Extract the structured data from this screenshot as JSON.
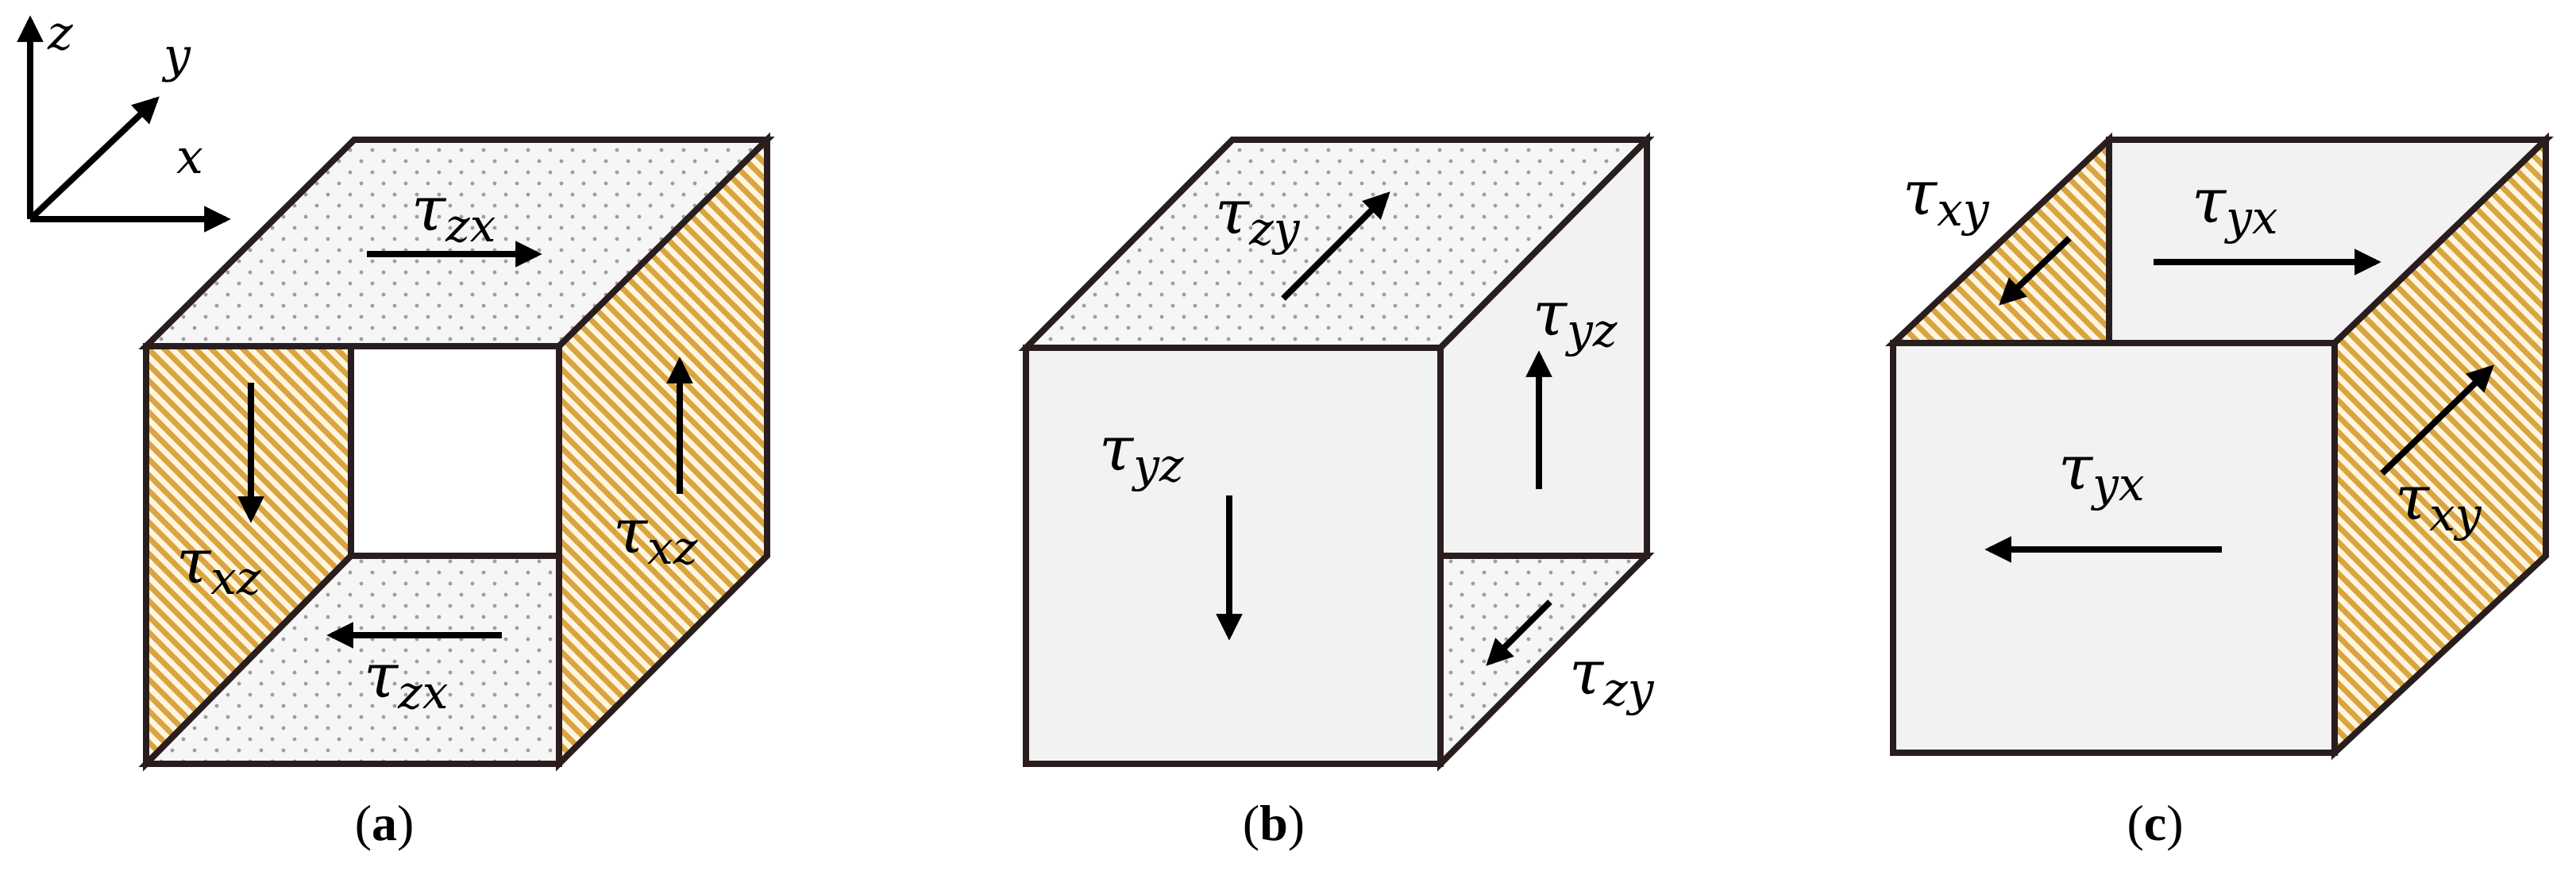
{
  "axes": {
    "z": "z",
    "y": "y",
    "x": "x"
  },
  "panels": [
    {
      "id": "a",
      "caption": {
        "open": "(",
        "letter": "a",
        "close": ")"
      },
      "labels": [
        {
          "base": "τ",
          "sub": "zx"
        },
        {
          "base": "τ",
          "sub": "xz"
        },
        {
          "base": "τ",
          "sub": "xz"
        },
        {
          "base": "τ",
          "sub": "zx"
        }
      ]
    },
    {
      "id": "b",
      "caption": {
        "open": "(",
        "letter": "b",
        "close": ")"
      },
      "labels": [
        {
          "base": "τ",
          "sub": "zy"
        },
        {
          "base": "τ",
          "sub": "yz"
        },
        {
          "base": "τ",
          "sub": "yz"
        },
        {
          "base": "τ",
          "sub": "zy"
        }
      ]
    },
    {
      "id": "c",
      "caption": {
        "open": "(",
        "letter": "c",
        "close": ")"
      },
      "labels": [
        {
          "base": "τ",
          "sub": "xy"
        },
        {
          "base": "τ",
          "sub": "yx"
        },
        {
          "base": "τ",
          "sub": "yx"
        },
        {
          "base": "τ",
          "sub": "xy"
        }
      ]
    }
  ],
  "colors": {
    "edge": "#2a1d1d",
    "hatch_stripe": "#d9a441",
    "hatch_bg": "#fff6e0",
    "dot": "#9e9e9e",
    "dot_bg": "#f6f6f6",
    "plain_face": "#f2f2f2"
  }
}
